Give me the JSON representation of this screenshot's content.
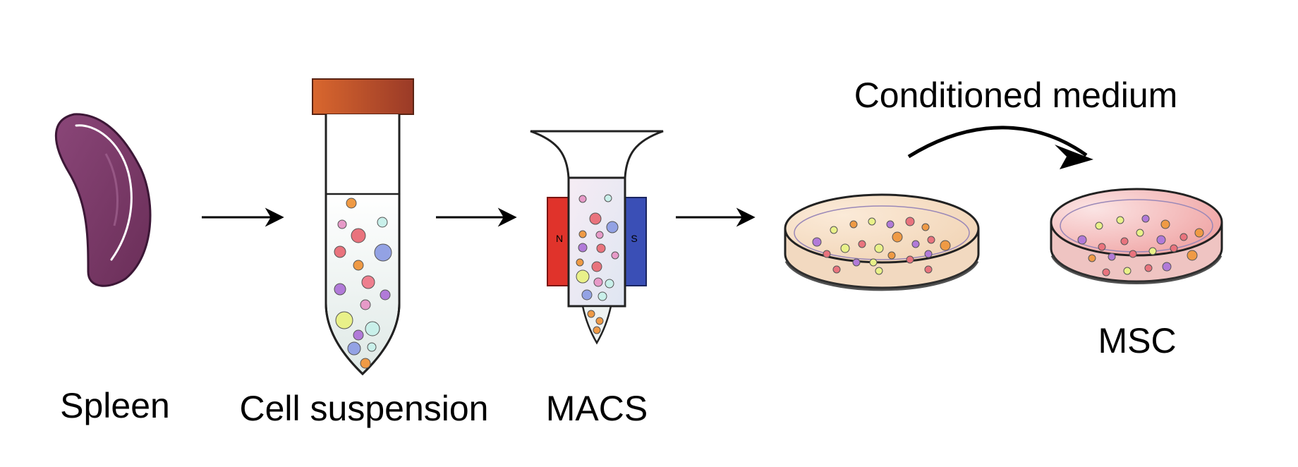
{
  "steps": [
    {
      "label": "Spleen"
    },
    {
      "label": "Cell suspension"
    },
    {
      "label": "MACS"
    },
    {
      "label": "MSC"
    }
  ],
  "magnet": {
    "north": "N",
    "south": "S"
  },
  "medium": {
    "label": "Conditioned medium"
  },
  "colors": {
    "spleen": "#7a3a68",
    "tube_cap": "#b9532c",
    "magnet_north": "#e0332b",
    "magnet_south": "#3a4fb6",
    "dish_left_medium": "#f5dfc6",
    "dish_right_medium": "#f2b7b5",
    "arrow": "#000000"
  },
  "icons": [
    "spleen-icon",
    "centrifuge-tube-icon",
    "macs-column-icon",
    "magnet-icon",
    "petri-dish-icon"
  ]
}
